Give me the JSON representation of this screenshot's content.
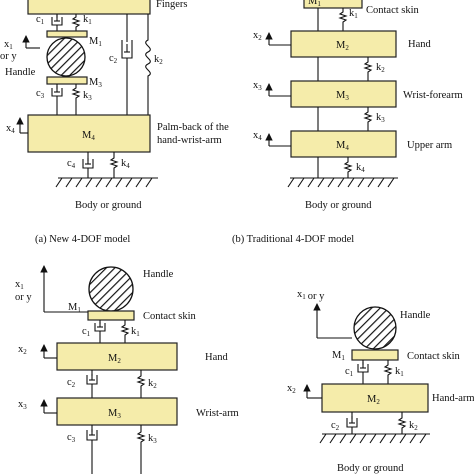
{
  "style": {
    "mass_fill": "#f5ecaa",
    "handle_fill": "#ffffff",
    "line_color": "#111111"
  },
  "panel_a": {
    "caption": "(a) New 4-DOF model",
    "fingers": "Fingers",
    "c1": "c",
    "c1_sub": "1",
    "k1": "k",
    "k1_sub": "1",
    "x1": "x",
    "x1_sub": "1",
    "x1_or": "or y",
    "m1": "M",
    "m1_sub": "1",
    "handle": "Handle",
    "c2": "c",
    "c2_sub": "2",
    "k2": "k",
    "k2_sub": "2",
    "m3": "M",
    "m3_sub": "3",
    "c3": "c",
    "c3_sub": "3",
    "k3": "k",
    "k3_sub": "3",
    "x4": "x",
    "x4_sub": "4",
    "m4": "M",
    "m4_sub": "4",
    "palm_line1": "Palm-back of the",
    "palm_line2": "hand-wrist-arm",
    "c4": "c",
    "c4_sub": "4",
    "k4": "k",
    "k4_sub": "4",
    "ground": "Body or ground"
  },
  "panel_b": {
    "caption": "(b) Traditional 4-DOF model",
    "m1": "M",
    "m1_sub": "1",
    "k1": "k",
    "k1_sub": "1",
    "contact_skin": "Contact skin",
    "x2": "x",
    "x2_sub": "2",
    "m2": "M",
    "m2_sub": "2",
    "hand": "Hand",
    "k2": "k",
    "k2_sub": "2",
    "x3": "x",
    "x3_sub": "3",
    "m3": "M",
    "m3_sub": "3",
    "wrist_forearm": "Wrist-forearm",
    "k3": "k",
    "k3_sub": "3",
    "x4": "x",
    "x4_sub": "4",
    "m4": "M",
    "m4_sub": "4",
    "upper_arm": "Upper arm",
    "k4": "k",
    "k4_sub": "4",
    "ground": "Body or ground"
  },
  "panel_c": {
    "handle": "Handle",
    "x1": "x",
    "x1_sub": "1",
    "x1_or": "or y",
    "m1": "M",
    "m1_sub": "1",
    "c1": "c",
    "c1_sub": "1",
    "k1": "k",
    "k1_sub": "1",
    "contact_skin": "Contact skin",
    "x2": "x",
    "x2_sub": "2",
    "m2": "M",
    "m2_sub": "2",
    "hand": "Hand",
    "c2": "c",
    "c2_sub": "2",
    "k2": "k",
    "k2_sub": "2",
    "x3": "x",
    "x3_sub": "3",
    "m3": "M",
    "m3_sub": "3",
    "wrist_arm": "Wrist-arm",
    "c3": "c",
    "c3_sub": "3",
    "k3": "k",
    "k3_sub": "3"
  },
  "panel_d": {
    "x1": "x",
    "x1_sub": "1",
    "x1_or": "or y",
    "handle": "Handle",
    "m1": "M",
    "m1_sub": "1",
    "contact_skin": "Contact skin",
    "c1": "c",
    "c1_sub": "1",
    "k1": "k",
    "k1_sub": "1",
    "x2": "x",
    "x2_sub": "2",
    "m2": "M",
    "m2_sub": "2",
    "hand_arm": "Hand-arm",
    "c2": "c",
    "c2_sub": "2",
    "k2": "k",
    "k2_sub": "2",
    "ground": "Body or ground"
  }
}
